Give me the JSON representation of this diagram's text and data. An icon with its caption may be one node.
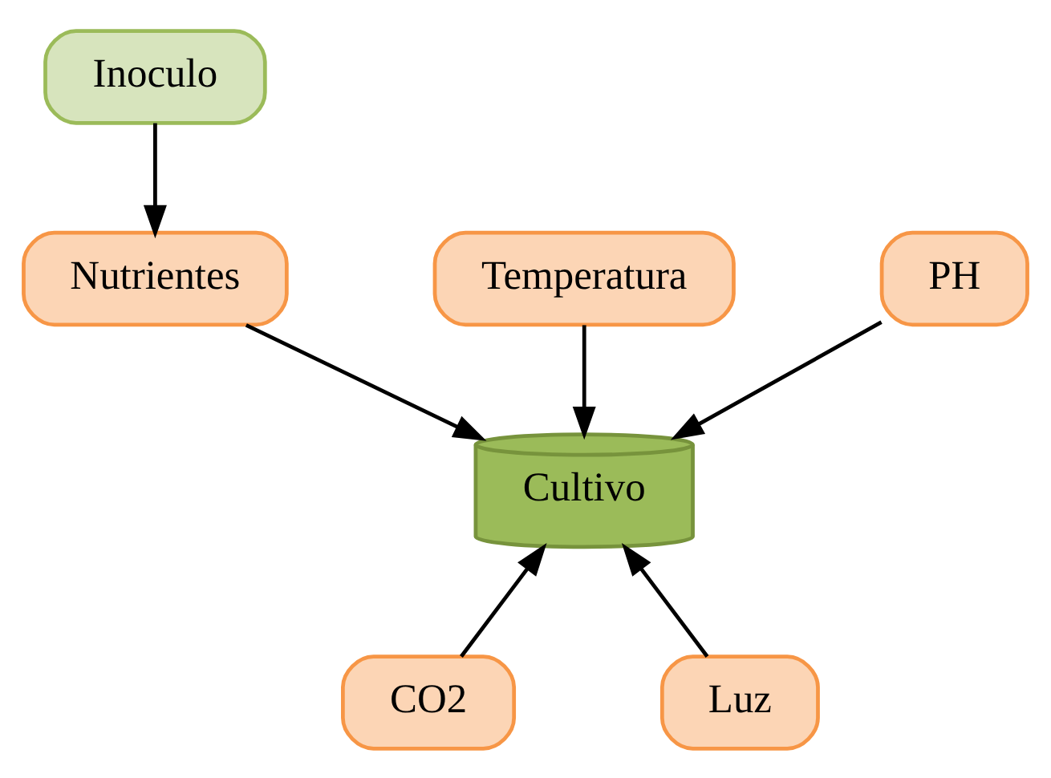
{
  "diagram": {
    "nodes": [
      {
        "text": [
          "Inoculo"
        ]
      },
      {
        "text": [
          "Nutrientes"
        ]
      },
      {
        "text": [
          "Temperatura"
        ]
      },
      {
        "text": [
          "PH"
        ]
      },
      {
        "text": [
          "Cultivo"
        ]
      },
      {
        "text": [
          "CO2"
        ]
      },
      {
        "text": [
          "Luz"
        ]
      }
    ],
    "edges": [
      {
        "from": 0,
        "to": 1,
        "arrow": "to"
      },
      {
        "from": 1,
        "to": 4,
        "arrow": "to"
      },
      {
        "from": 2,
        "to": 4,
        "arrow": "to"
      },
      {
        "from": 3,
        "to": 4,
        "arrow": "to"
      },
      {
        "from": 5,
        "to": 4,
        "arrow": "to"
      },
      {
        "from": 6,
        "to": 4,
        "arrow": "to"
      }
    ]
  }
}
